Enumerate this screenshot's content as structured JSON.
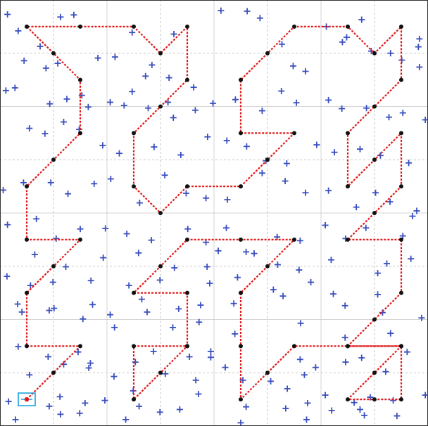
{
  "chart_data": {
    "type": "scatter",
    "title": "",
    "xlabel": "",
    "ylabel": "",
    "xlim": [
      0,
      8
    ],
    "ylim": [
      0,
      8
    ],
    "grid": true,
    "colors": {
      "path": "#e11b1b",
      "node": "#111111",
      "marker": "#3a4fc0",
      "start_box": "#1aa0e0",
      "frame": "#333333"
    },
    "path_nodes": [
      [
        0.5,
        0.5
      ],
      [
        1.0,
        1.0
      ],
      [
        1.5,
        1.5
      ],
      [
        0.5,
        1.5
      ],
      [
        0.5,
        2.5
      ],
      [
        1.0,
        3.0
      ],
      [
        1.5,
        3.5
      ],
      [
        0.5,
        3.5
      ],
      [
        0.5,
        4.5
      ],
      [
        1.0,
        5.0
      ],
      [
        1.5,
        5.5
      ],
      [
        1.5,
        6.5
      ],
      [
        1.0,
        7.0
      ],
      [
        0.5,
        7.5
      ],
      [
        1.5,
        7.5
      ],
      [
        2.5,
        7.5
      ],
      [
        3.0,
        7.0
      ],
      [
        3.5,
        7.5
      ],
      [
        3.5,
        6.5
      ],
      [
        3.0,
        6.0
      ],
      [
        2.5,
        5.5
      ],
      [
        2.5,
        4.5
      ],
      [
        3.0,
        4.0
      ],
      [
        3.5,
        4.5
      ],
      [
        4.5,
        4.5
      ],
      [
        5.0,
        5.0
      ],
      [
        5.5,
        5.5
      ],
      [
        4.5,
        5.5
      ],
      [
        4.5,
        6.5
      ],
      [
        5.0,
        7.0
      ],
      [
        5.5,
        7.5
      ],
      [
        6.5,
        7.5
      ],
      [
        7.0,
        7.0
      ],
      [
        7.5,
        7.5
      ],
      [
        7.5,
        6.5
      ],
      [
        7.0,
        6.0
      ],
      [
        6.5,
        5.5
      ],
      [
        6.5,
        4.5
      ],
      [
        7.0,
        5.0
      ],
      [
        7.5,
        5.5
      ],
      [
        7.5,
        4.5
      ],
      [
        7.0,
        4.0
      ],
      [
        6.5,
        3.5
      ],
      [
        7.5,
        3.5
      ],
      [
        7.5,
        2.5
      ],
      [
        7.0,
        2.0
      ],
      [
        6.5,
        1.5
      ],
      [
        7.5,
        1.5
      ],
      [
        7.5,
        0.5
      ],
      [
        7.0,
        0.5
      ],
      [
        6.5,
        0.5
      ],
      [
        7.0,
        1.0
      ],
      [
        7.5,
        1.5
      ],
      [
        6.5,
        1.5
      ],
      [
        5.5,
        1.5
      ],
      [
        5.0,
        1.0
      ],
      [
        4.5,
        0.5
      ],
      [
        4.5,
        1.5
      ],
      [
        4.5,
        2.5
      ],
      [
        5.0,
        3.0
      ],
      [
        5.5,
        3.5
      ],
      [
        4.5,
        3.5
      ],
      [
        3.5,
        3.5
      ],
      [
        3.0,
        3.0
      ],
      [
        2.5,
        2.5
      ],
      [
        3.5,
        2.5
      ],
      [
        3.5,
        1.5
      ],
      [
        3.0,
        1.0
      ],
      [
        2.5,
        0.5
      ],
      [
        2.5,
        1.5
      ],
      [
        3.5,
        1.5
      ]
    ],
    "scatter_points": [
      [
        0.14,
        7.73
      ],
      [
        0.34,
        7.42
      ],
      [
        0.75,
        7.13
      ],
      [
        1.13,
        7.68
      ],
      [
        1.38,
        7.72
      ],
      [
        0.45,
        6.86
      ],
      [
        0.86,
        6.72
      ],
      [
        1.08,
        6.81
      ],
      [
        1.83,
        6.91
      ],
      [
        2.15,
        6.93
      ],
      [
        2.47,
        7.39
      ],
      [
        2.72,
        6.57
      ],
      [
        2.84,
        6.78
      ],
      [
        3.16,
        6.54
      ],
      [
        3.25,
        7.36
      ],
      [
        3.62,
        6.36
      ],
      [
        4.13,
        7.8
      ],
      [
        4.62,
        7.79
      ],
      [
        4.86,
        7.66
      ],
      [
        5.27,
        7.17
      ],
      [
        5.48,
        6.76
      ],
      [
        5.71,
        6.66
      ],
      [
        6.1,
        7.5
      ],
      [
        6.4,
        7.21
      ],
      [
        6.48,
        7.3
      ],
      [
        6.76,
        7.63
      ],
      [
        6.94,
        7.04
      ],
      [
        7.3,
        7.0
      ],
      [
        7.51,
        6.87
      ],
      [
        7.82,
        7.12
      ],
      [
        0.11,
        6.3
      ],
      [
        0.28,
        6.35
      ],
      [
        0.93,
        6.05
      ],
      [
        1.25,
        6.14
      ],
      [
        1.53,
        6.21
      ],
      [
        1.65,
        5.99
      ],
      [
        2.06,
        6.08
      ],
      [
        2.32,
        6.02
      ],
      [
        2.47,
        6.28
      ],
      [
        2.77,
        5.97
      ],
      [
        3.14,
        6.08
      ],
      [
        3.24,
        5.79
      ],
      [
        3.65,
        5.93
      ],
      [
        3.98,
        6.06
      ],
      [
        4.4,
        6.13
      ],
      [
        4.9,
        5.92
      ],
      [
        5.26,
        6.29
      ],
      [
        5.54,
        6.07
      ],
      [
        6.14,
        6.12
      ],
      [
        6.39,
        5.96
      ],
      [
        6.85,
        5.97
      ],
      [
        7.27,
        5.8
      ],
      [
        7.53,
        5.88
      ],
      [
        7.95,
        5.75
      ],
      [
        0.55,
        5.59
      ],
      [
        0.84,
        5.49
      ],
      [
        1.19,
        5.71
      ],
      [
        1.48,
        5.57
      ],
      [
        1.92,
        5.27
      ],
      [
        2.23,
        5.12
      ],
      [
        2.88,
        5.24
      ],
      [
        3.38,
        5.09
      ],
      [
        3.88,
        5.43
      ],
      [
        4.24,
        5.36
      ],
      [
        4.61,
        5.25
      ],
      [
        4.97,
        4.98
      ],
      [
        5.36,
        4.93
      ],
      [
        5.92,
        5.28
      ],
      [
        6.25,
        5.14
      ],
      [
        6.73,
        5.2
      ],
      [
        7.11,
        5.08
      ],
      [
        7.64,
        4.94
      ],
      [
        0.06,
        4.43
      ],
      [
        0.44,
        4.57
      ],
      [
        0.95,
        4.57
      ],
      [
        1.27,
        4.36
      ],
      [
        1.76,
        4.55
      ],
      [
        2.07,
        4.64
      ],
      [
        2.61,
        4.19
      ],
      [
        3.08,
        4.71
      ],
      [
        3.48,
        4.37
      ],
      [
        3.85,
        4.28
      ],
      [
        4.25,
        4.25
      ],
      [
        4.9,
        4.75
      ],
      [
        5.33,
        4.6
      ],
      [
        5.71,
        4.38
      ],
      [
        6.14,
        4.42
      ],
      [
        6.66,
        4.11
      ],
      [
        7.02,
        4.38
      ],
      [
        7.29,
        4.21
      ],
      [
        7.79,
        4.04
      ],
      [
        0.14,
        3.78
      ],
      [
        0.68,
        3.89
      ],
      [
        1.05,
        3.52
      ],
      [
        1.5,
        3.7
      ],
      [
        1.97,
        3.71
      ],
      [
        2.37,
        3.61
      ],
      [
        2.83,
        3.49
      ],
      [
        3.51,
        3.7
      ],
      [
        3.85,
        3.45
      ],
      [
        4.23,
        3.72
      ],
      [
        4.6,
        3.27
      ],
      [
        5.18,
        3.55
      ],
      [
        5.61,
        3.48
      ],
      [
        6.08,
        3.77
      ],
      [
        6.46,
        3.52
      ],
      [
        6.84,
        3.72
      ],
      [
        7.53,
        3.57
      ],
      [
        0.65,
        3.22
      ],
      [
        1.23,
        2.99
      ],
      [
        1.93,
        3.16
      ],
      [
        2.59,
        3.25
      ],
      [
        3.26,
        2.97
      ],
      [
        3.87,
        2.99
      ],
      [
        4.08,
        3.29
      ],
      [
        4.75,
        3.24
      ],
      [
        5.19,
        3.03
      ],
      [
        5.59,
        2.93
      ],
      [
        6.19,
        3.12
      ],
      [
        7.23,
        3.05
      ],
      [
        7.68,
        3.14
      ],
      [
        0.13,
        2.81
      ],
      [
        0.57,
        2.64
      ],
      [
        0.99,
        2.7
      ],
      [
        1.7,
        2.73
      ],
      [
        2.41,
        2.64
      ],
      [
        2.99,
        2.74
      ],
      [
        3.92,
        2.68
      ],
      [
        4.44,
        2.79
      ],
      [
        5.11,
        2.56
      ],
      [
        5.81,
        2.7
      ],
      [
        6.23,
        2.48
      ],
      [
        7.06,
        2.47
      ],
      [
        0.33,
        2.29
      ],
      [
        1.01,
        2.21
      ],
      [
        1.73,
        2.28
      ],
      [
        2.06,
        2.09
      ],
      [
        2.65,
        2.38
      ],
      [
        3.34,
        2.2
      ],
      [
        3.75,
        2.27
      ],
      [
        4.37,
        2.3
      ],
      [
        5.29,
        2.44
      ],
      [
        6.45,
        2.26
      ],
      [
        7.15,
        2.13
      ],
      [
        0.41,
        2.14
      ],
      [
        0.92,
        2.17
      ],
      [
        1.55,
        2.01
      ],
      [
        2.14,
        1.85
      ],
      [
        2.75,
        2.14
      ],
      [
        3.23,
        1.85
      ],
      [
        3.72,
        1.95
      ],
      [
        4.39,
        1.73
      ],
      [
        5.62,
        1.93
      ],
      [
        6.45,
        1.66
      ],
      [
        7.3,
        1.74
      ],
      [
        7.88,
        2.03
      ],
      [
        0.9,
        1.3
      ],
      [
        1.46,
        1.39
      ],
      [
        1.69,
        1.18
      ],
      [
        2.53,
        1.2
      ],
      [
        2.87,
        1.4
      ],
      [
        3.54,
        1.3
      ],
      [
        3.94,
        1.4
      ],
      [
        4.21,
        1.1
      ],
      [
        5.61,
        1.25
      ],
      [
        5.9,
        1.1
      ],
      [
        6.46,
        1.2
      ],
      [
        6.76,
        1.28
      ],
      [
        7.21,
        1.02
      ],
      [
        7.61,
        1.39
      ],
      [
        0.34,
        1.49
      ],
      [
        1.19,
        1.16
      ],
      [
        1.66,
        1.09
      ],
      [
        2.13,
        0.93
      ],
      [
        2.49,
        0.66
      ],
      [
        3.09,
        0.98
      ],
      [
        3.66,
        0.86
      ],
      [
        3.94,
        1.29
      ],
      [
        4.54,
        0.86
      ],
      [
        5.06,
        0.84
      ],
      [
        5.37,
        0.7
      ],
      [
        5.69,
        0.96
      ],
      [
        6.08,
        0.58
      ],
      [
        6.62,
        0.44
      ],
      [
        6.92,
        0.54
      ],
      [
        7.35,
        0.48
      ],
      [
        7.95,
        0.58
      ],
      [
        0.55,
        0.96
      ],
      [
        1.12,
        0.55
      ],
      [
        1.59,
        0.43
      ],
      [
        1.96,
        0.48
      ],
      [
        2.6,
        0.37
      ],
      [
        3.36,
        0.31
      ],
      [
        3.71,
        0.6
      ],
      [
        4.6,
        0.36
      ],
      [
        5.34,
        0.33
      ],
      [
        5.75,
        0.43
      ],
      [
        6.73,
        0.31
      ],
      [
        7.42,
        0.19
      ],
      [
        0.29,
        0.12
      ],
      [
        1.13,
        0.22
      ],
      [
        1.49,
        0.24
      ],
      [
        2.35,
        0.12
      ],
      [
        2.99,
        0.26
      ],
      [
        4.5,
        0.06
      ],
      [
        5.73,
        0.12
      ],
      [
        6.2,
        0.29
      ],
      [
        6.81,
        0.2
      ],
      [
        0.16,
        0.46
      ],
      [
        0.92,
        0.37
      ],
      [
        7.84,
        7.27
      ],
      [
        7.84,
        6.74
      ],
      [
        7.71,
        3.94
      ],
      [
        7.06,
        2.87
      ]
    ]
  }
}
